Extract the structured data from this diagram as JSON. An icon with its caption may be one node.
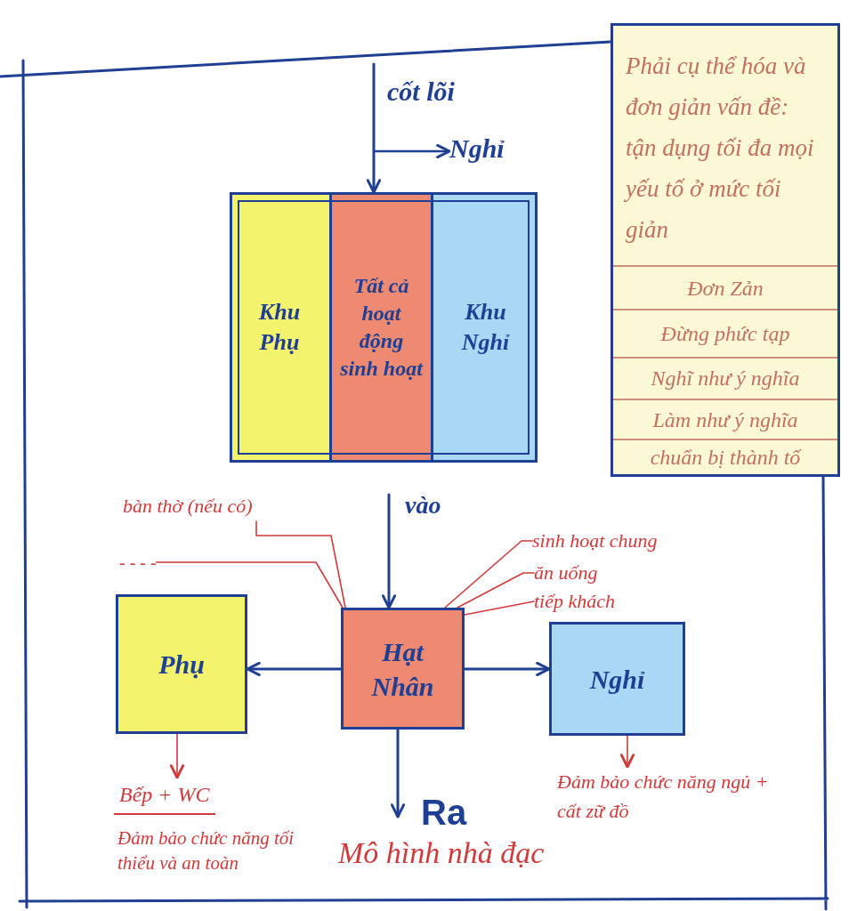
{
  "diagram": {
    "caption": "Mô hình nhà đạc",
    "nodes": [
      {
        "text": [
          "Nghỉ"
        ]
      },
      {
        "text": [],
        "shape": "box"
      },
      {
        "text": [
          "Khu Phụ"
        ],
        "in": 1
      },
      {
        "text": [
          "Tất cả hoạt động sinh hoạt"
        ],
        "in": 1
      },
      {
        "text": [
          "Khu Nghỉ"
        ],
        "in": 1
      },
      {
        "text": [
          "Phải cụ thể hóa và đơn giản vấn đề: tận dụng tối đa mọi yếu tố ở mức tối giản",
          "Đơn Zản",
          "Đừng phức tạp",
          "Nghĩ như ý nghĩa",
          "Làm như ý nghĩa",
          "chuẩn bị thành tố"
        ]
      },
      {
        "text": [
          "bàn thờ (nếu có)"
        ]
      },
      {
        "text": [
          "- - - -"
        ]
      },
      {
        "text": [
          "sinh hoạt chung"
        ]
      },
      {
        "text": [
          "ăn uống"
        ]
      },
      {
        "text": [
          "tiếp khách"
        ]
      },
      {
        "text": [
          "Phụ"
        ]
      },
      {
        "text": [
          "Hạt Nhân"
        ]
      },
      {
        "text": [
          "Nghỉ"
        ]
      },
      {
        "text": [
          "Bếp + WC"
        ]
      },
      {
        "text": [
          "Đảm bảo chức năng ngủ + cất zữ đồ"
        ]
      }
    ],
    "edges": [
      {
        "from": null,
        "to": 3,
        "arrow": "to",
        "label": "cốt lõi",
        "color": "#1f3f94"
      },
      {
        "from": null,
        "to": 0,
        "arrow": "to",
        "color": "#1f3f94"
      },
      {
        "from": null,
        "to": 12,
        "arrow": "to",
        "label": "vào",
        "color": "#1f3f94"
      },
      {
        "from": 6,
        "to": 12,
        "arrow": "none",
        "color": "#d13a3a"
      },
      {
        "from": 7,
        "to": 12,
        "arrow": "none",
        "color": "#d13a3a"
      },
      {
        "from": 8,
        "to": 12,
        "arrow": "none",
        "color": "#d13a3a"
      },
      {
        "from": 9,
        "to": 12,
        "arrow": "none",
        "color": "#d13a3a"
      },
      {
        "from": 10,
        "to": 12,
        "arrow": "none",
        "color": "#d13a3a"
      },
      {
        "from": 12,
        "to": 11,
        "arrow": "to",
        "color": "#1f3f94"
      },
      {
        "from": 12,
        "to": 13,
        "arrow": "to",
        "color": "#1f3f94"
      },
      {
        "from": 12,
        "to": null,
        "arrow": "to",
        "label": "Ra",
        "color": "#1f3f94"
      },
      {
        "from": 11,
        "to": 14,
        "arrow": "to",
        "color": "#d13a3a"
      },
      {
        "from": 13,
        "to": 15,
        "arrow": "to",
        "color": "#d13a3a"
      }
    ],
    "labels": [
      "Đảm bảo chức năng tối thiểu và an toàn"
    ]
  }
}
